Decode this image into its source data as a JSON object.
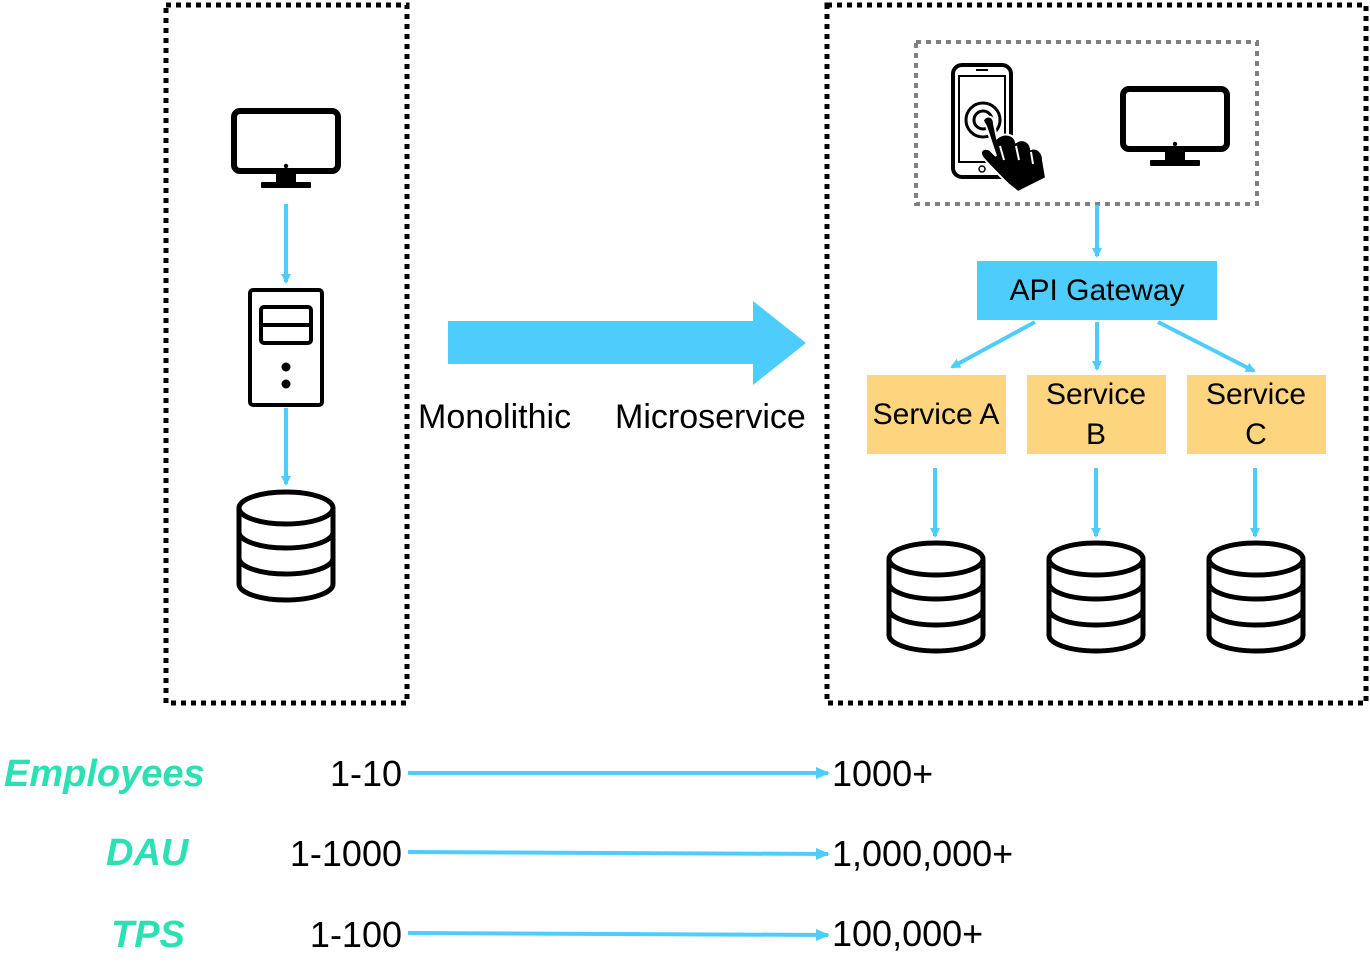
{
  "monolithic": {
    "label": "Monolithic"
  },
  "microservice": {
    "label": "Microservice",
    "gateway_label": "API Gateway",
    "services": [
      {
        "line1": "Service A",
        "line2": ""
      },
      {
        "line1": "Service",
        "line2": "B"
      },
      {
        "line1": "Service",
        "line2": "C"
      }
    ]
  },
  "metrics": [
    {
      "name": "Employees",
      "from": "1-10",
      "to": "1000+"
    },
    {
      "name": "DAU",
      "from": "1-1000",
      "to": "1,000,000+"
    },
    {
      "name": "TPS",
      "from": "1-100",
      "to": "100,000+"
    }
  ],
  "colors": {
    "arrow": "#4ecdfd",
    "gateway": "#4ecdfd",
    "service": "#fdd57e",
    "metric_name": "#2de0b3",
    "client_group_border": "#808080"
  },
  "icons": [
    "monitor-icon",
    "server-icon",
    "database-icon",
    "smartphone-touch-icon"
  ]
}
